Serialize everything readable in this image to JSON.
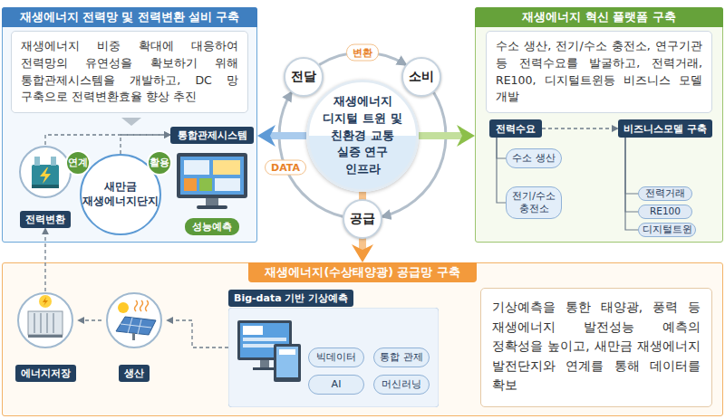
{
  "diagram": {
    "nodes": [
      {
        "text": [
          "재생에너지 전력망 및 전력변환 설비 구축"
        ]
      },
      {
        "text": [
          "재생에너지 비중 확대에 대응하여 전력망의 유연성을 확보하기 위해 통합관제시스템을 개발하고, DC 망 구축으로 전력변환효율 향상 추진"
        ],
        "in": 0
      },
      {
        "text": [
          "전력변환"
        ],
        "in": 0
      },
      {
        "text": [
          "새만금 재생에너지단지"
        ],
        "in": 0
      },
      {
        "text": [
          "연계"
        ],
        "in": 0
      },
      {
        "text": [
          "활용"
        ],
        "in": 0
      },
      {
        "text": [
          "통합관제시스템",
          "성능예측"
        ],
        "in": 0
      },
      {
        "text": [
          "재생에너지 디지털 트윈 및 친환경 교통 실증 연구 인프라"
        ]
      },
      {
        "text": [
          "전달"
        ]
      },
      {
        "text": [
          "소비"
        ]
      },
      {
        "text": [
          "공급"
        ]
      },
      {
        "text": [
          "재생에너지 혁신 플랫폼 구축"
        ]
      },
      {
        "text": [
          "수소 생산, 전기/수소 충전소, 연구기관 등 전력수요를 발굴하고, 전력거래, RE100, 디지털트윈등 비즈니스 모델 개발"
        ],
        "in": 11
      },
      {
        "text": [
          "전력수요"
        ],
        "in": 11
      },
      {
        "text": [
          "수소 생산"
        ],
        "in": 11
      },
      {
        "text": [
          "전기/수소 충전소"
        ],
        "in": 11
      },
      {
        "text": [
          "비즈니스모델 구축"
        ],
        "in": 11
      },
      {
        "text": [
          "전력거래"
        ],
        "in": 11
      },
      {
        "text": [
          "RE100"
        ],
        "in": 11
      },
      {
        "text": [
          "디지털트윈"
        ],
        "in": 11
      },
      {
        "text": [
          "재생에너지(수상태양광) 공급망 구축"
        ]
      },
      {
        "text": [
          "에너지저장"
        ],
        "in": 20
      },
      {
        "text": [
          "생산"
        ],
        "in": 20
      },
      {
        "text": [
          "Big-data 기반 기상예측"
        ],
        "in": 20
      },
      {
        "text": [
          "빅데이터"
        ],
        "in": 23
      },
      {
        "text": [
          "통합 관제"
        ],
        "in": 23
      },
      {
        "text": [
          "AI"
        ],
        "in": 23
      },
      {
        "text": [
          "머신러닝"
        ],
        "in": 23
      },
      {
        "text": [
          "기상예측을 통한 태양광, 풍력 등 재생에너지 발전성능 예측의 정확성을 높이고, 새만금 재생에너지 발전단지와 연계를 통해 데이터를 확보"
        ],
        "in": 20
      }
    ],
    "edges": [
      {
        "from": 2,
        "to": 6,
        "arrow": "to"
      },
      {
        "from": 3,
        "to": 6,
        "arrow": "to"
      },
      {
        "from": 10,
        "to": 8,
        "label": "DATA",
        "arrow": "to"
      },
      {
        "from": 8,
        "to": 9,
        "label": "변환",
        "arrow": "to"
      },
      {
        "from": 9,
        "to": 10,
        "arrow": "to"
      },
      {
        "from": 7,
        "to": 0,
        "arrow": "to"
      },
      {
        "from": 7,
        "to": 11,
        "arrow": "to"
      },
      {
        "from": 7,
        "to": 20,
        "arrow": "to"
      },
      {
        "from": 13,
        "to": 16,
        "arrow": "to"
      },
      {
        "from": 13,
        "to": 14,
        "arrow": "none"
      },
      {
        "from": 13,
        "to": 15,
        "arrow": "none"
      },
      {
        "from": 16,
        "to": 17,
        "arrow": "none"
      },
      {
        "from": 16,
        "to": 18,
        "arrow": "none"
      },
      {
        "from": 16,
        "to": 19,
        "arrow": "none"
      },
      {
        "from": 23,
        "to": 22,
        "arrow": "to"
      },
      {
        "from": 22,
        "to": 21,
        "arrow": "to"
      },
      {
        "from": 21,
        "to": 2,
        "arrow": "to"
      }
    ]
  }
}
